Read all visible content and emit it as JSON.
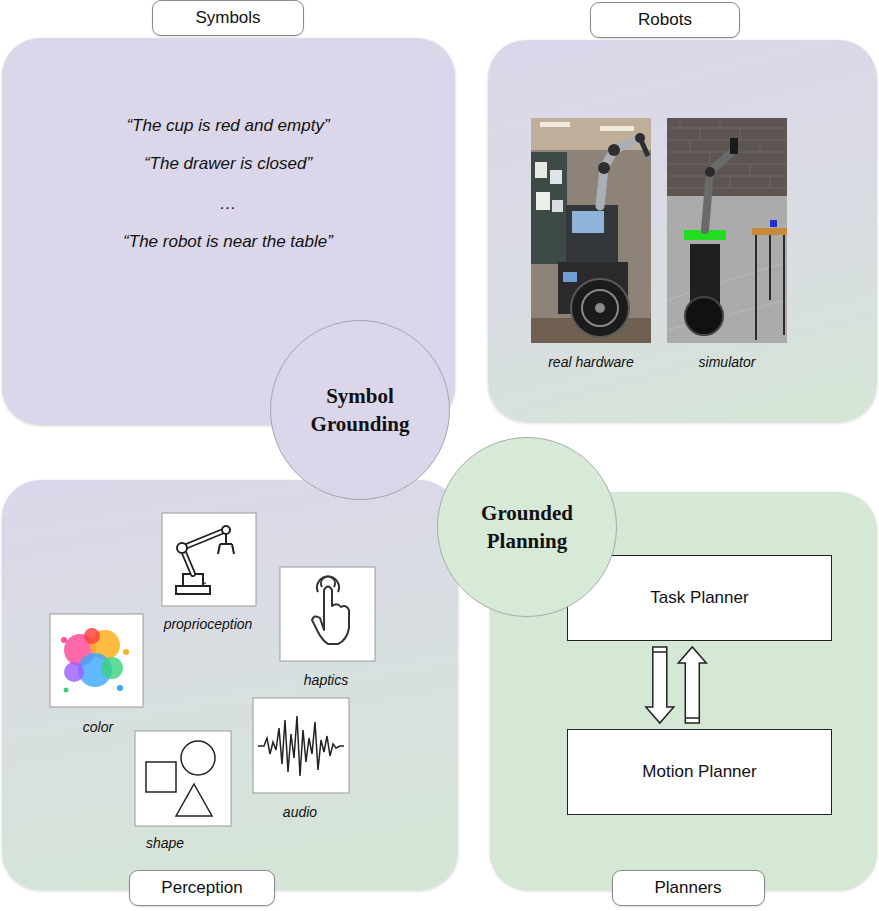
{
  "diagram": {
    "nodes": [
      {
        "text": [
          "Symbols",
          "“The cup is red and empty”",
          "“The drawer is closed”",
          "…",
          "“The robot is near the table”"
        ]
      },
      {
        "text": [
          "Robots",
          "real hardware",
          "simulator"
        ]
      },
      {
        "text": [
          "Symbol Grounding"
        ]
      },
      {
        "text": [
          "Grounded Planning"
        ]
      },
      {
        "text": [
          "Perception",
          "proprioception",
          "haptics",
          "color",
          "shape",
          "audio"
        ]
      },
      {
        "text": [
          "Planners"
        ]
      },
      {
        "text": [
          "Task Planner"
        ],
        "in": 5
      },
      {
        "text": [
          "Motion Planner"
        ],
        "in": 5
      }
    ],
    "edges": [
      {
        "from": 6,
        "to": 7,
        "arrow": "to"
      },
      {
        "from": 7,
        "to": 6,
        "arrow": "to"
      }
    ],
    "labels": [
      "."
    ]
  }
}
